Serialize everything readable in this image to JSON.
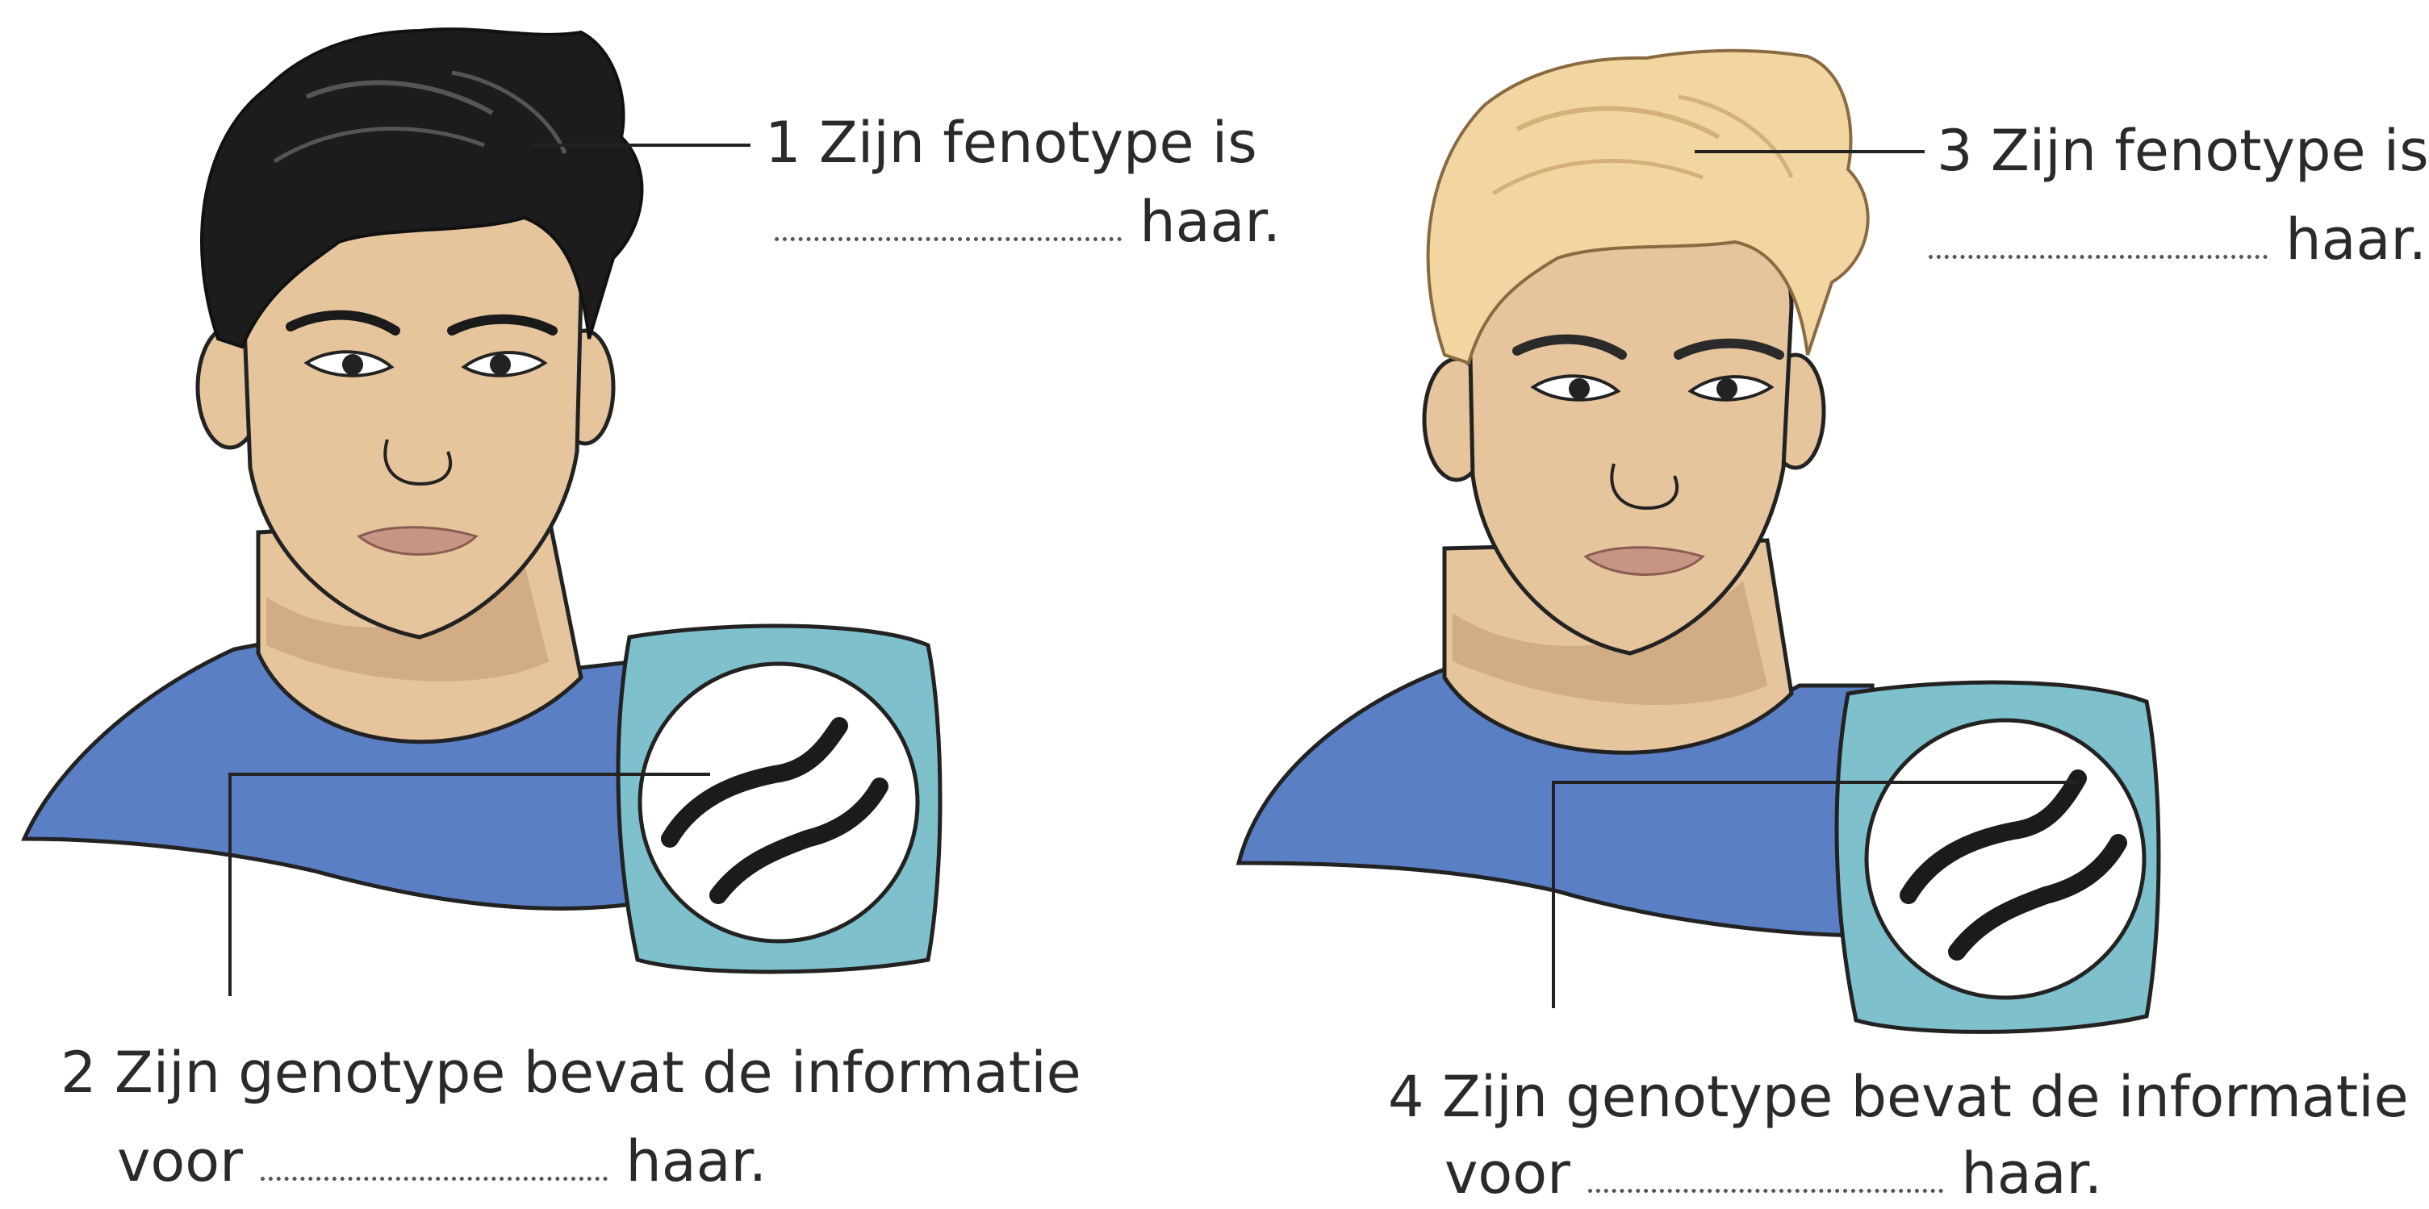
{
  "colors": {
    "skin": "#e6c49c",
    "skin_shadow": "#c9a37a",
    "shirt": "#5b7fc4",
    "dark_hair": "#1c1c1c",
    "blond_hair": "#f2d6a2",
    "cell_square": "#7ec0cc",
    "chromosome": "#1b1b1b",
    "lips": "#c89486"
  },
  "figures": [
    {
      "hair": "dark",
      "fenotype": {
        "number": "1",
        "text": "Zijn fenotype is",
        "suffix": "haar."
      },
      "genotype": {
        "number": "2",
        "text": "Zijn genotype bevat de informatie",
        "prefix": "voor",
        "suffix": "haar."
      }
    },
    {
      "hair": "blond",
      "fenotype": {
        "number": "3",
        "text": "Zijn fenotype is",
        "suffix": "haar."
      },
      "genotype": {
        "number": "4",
        "text": "Zijn genotype bevat de informatie",
        "prefix": "voor",
        "suffix": "haar."
      }
    }
  ]
}
